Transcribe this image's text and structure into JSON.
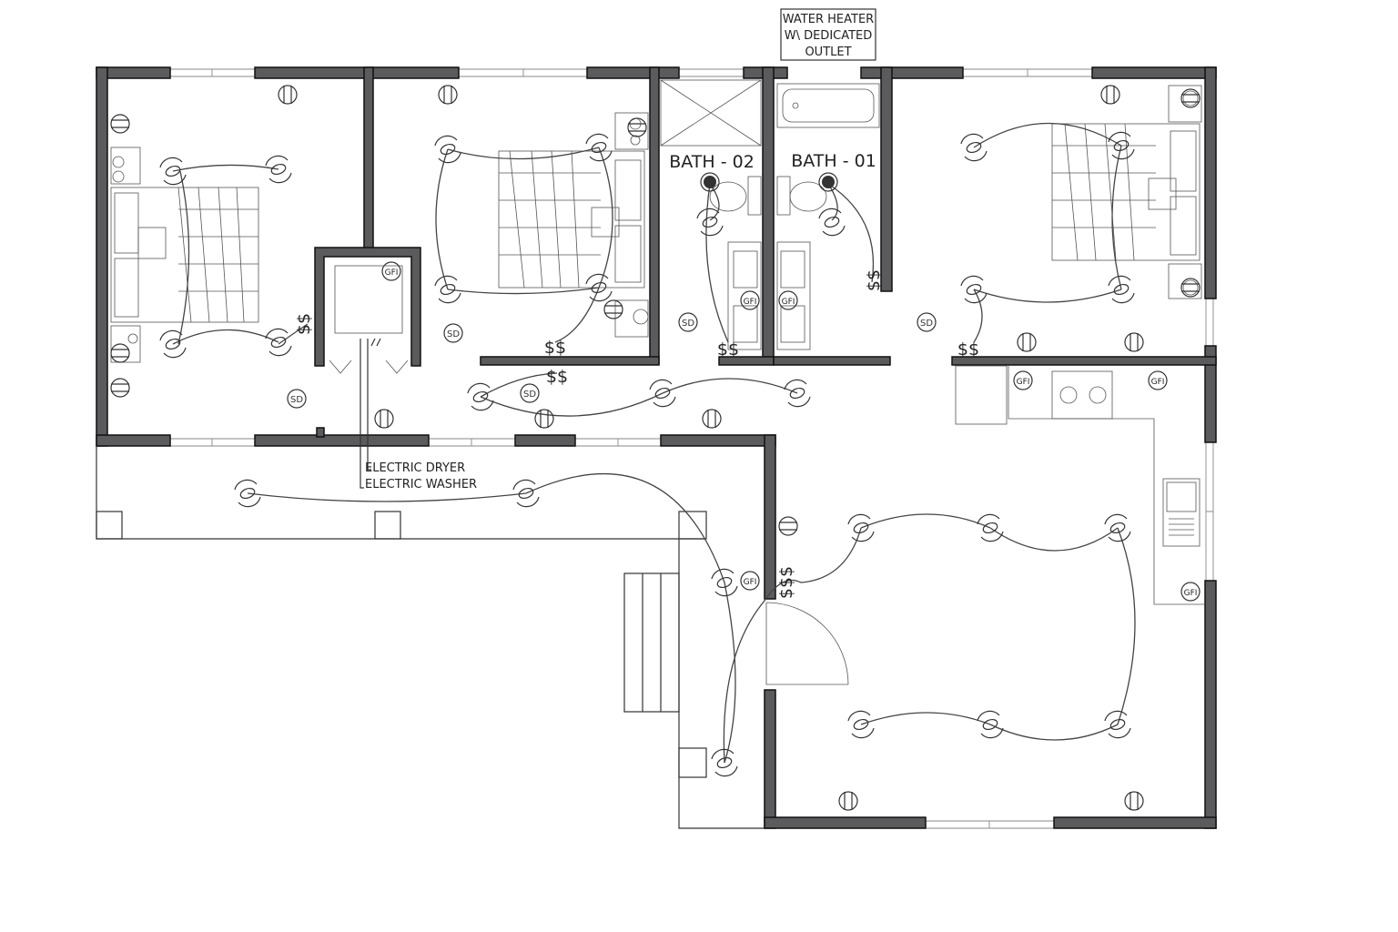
{
  "labels": {
    "bath_02": "BATH - 02",
    "bath_01": "BATH - 01",
    "water_heater_line1": "WATER HEATER",
    "water_heater_line2": "W\\ DEDICATED",
    "water_heater_line3": "OUTLET",
    "electric_dryer": "ELECTRIC DRYER",
    "electric_washer": "ELECTRIC WASHER"
  },
  "symbols": {
    "smoke_detector": "SD",
    "gfi": "GFI",
    "switch_double": "$$",
    "switch_triple": "$$$"
  },
  "colors": {
    "wall": "#5b5b5e",
    "line": "#333333",
    "background": "#ffffff"
  },
  "icons": [
    "ceiling-light-icon",
    "wall-outlet-icon",
    "gfi-outlet-icon",
    "smoke-detector-icon",
    "switch-icon",
    "bed-icon",
    "toilet-icon",
    "bathtub-icon",
    "sink-icon",
    "stove-icon",
    "door-swing-icon"
  ]
}
